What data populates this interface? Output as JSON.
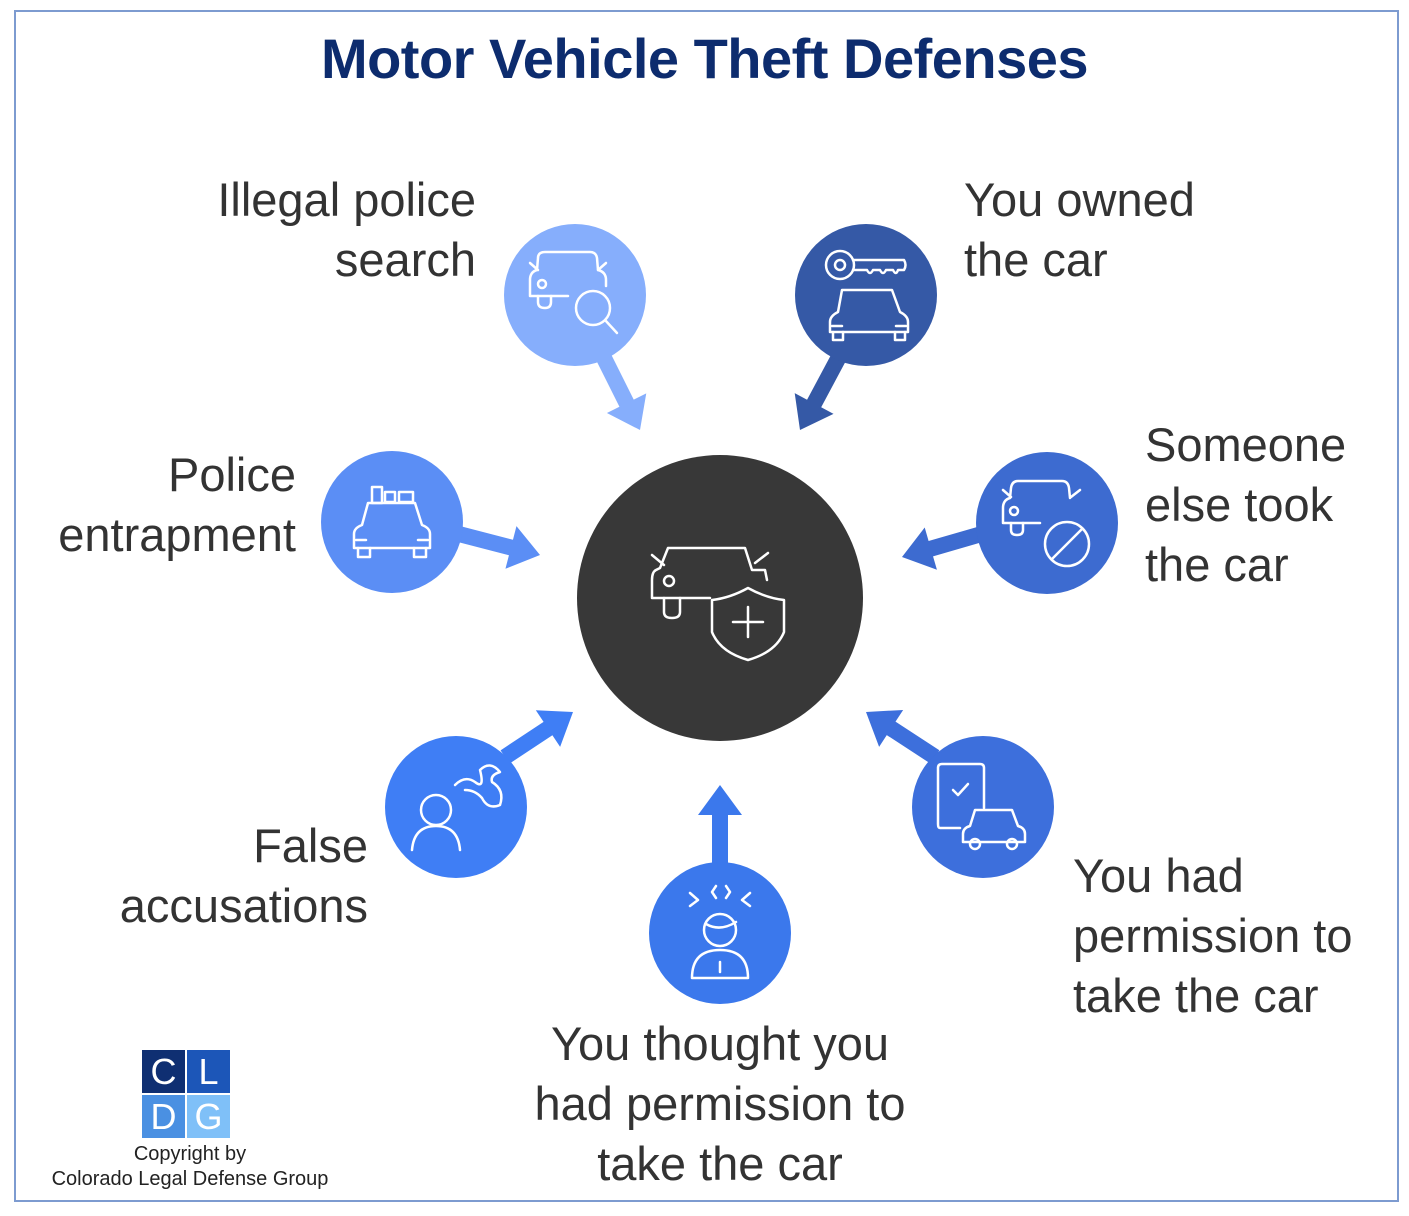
{
  "title": "Motor Vehicle Theft Defenses",
  "center": {
    "icon": "car-shield-icon",
    "color": "#383838"
  },
  "defenses": [
    {
      "label_lines": [
        "Illegal police",
        "search"
      ],
      "icon": "car-search-icon",
      "color": "#86aefc"
    },
    {
      "label_lines": [
        "You owned",
        "the car"
      ],
      "icon": "key-car-icon",
      "color": "#3559a6"
    },
    {
      "label_lines": [
        "Police",
        "entrapment"
      ],
      "icon": "police-car-icon",
      "color": "#5b8ef5"
    },
    {
      "label_lines": [
        "Someone",
        "else took",
        "the car"
      ],
      "icon": "car-prohibited-icon",
      "color": "#3d6bd0"
    },
    {
      "label_lines": [
        "False",
        "accusations"
      ],
      "icon": "person-speech-icon",
      "color": "#3f7ef5"
    },
    {
      "label_lines": [
        "You thought you",
        "had permission to",
        "take the car"
      ],
      "icon": "confused-person-icon",
      "color": "#3b78ec"
    },
    {
      "label_lines": [
        "You had",
        "permission to",
        "take the car"
      ],
      "icon": "phone-car-icon",
      "color": "#3d6fdc"
    }
  ],
  "logo": {
    "letters": [
      "C",
      "L",
      "D",
      "G"
    ],
    "colors": [
      "#0f2f72",
      "#1c56b8",
      "#4a90e2",
      "#7fc0f8"
    ]
  },
  "copyright": [
    "Copyright by",
    "Colorado Legal Defense Group"
  ]
}
